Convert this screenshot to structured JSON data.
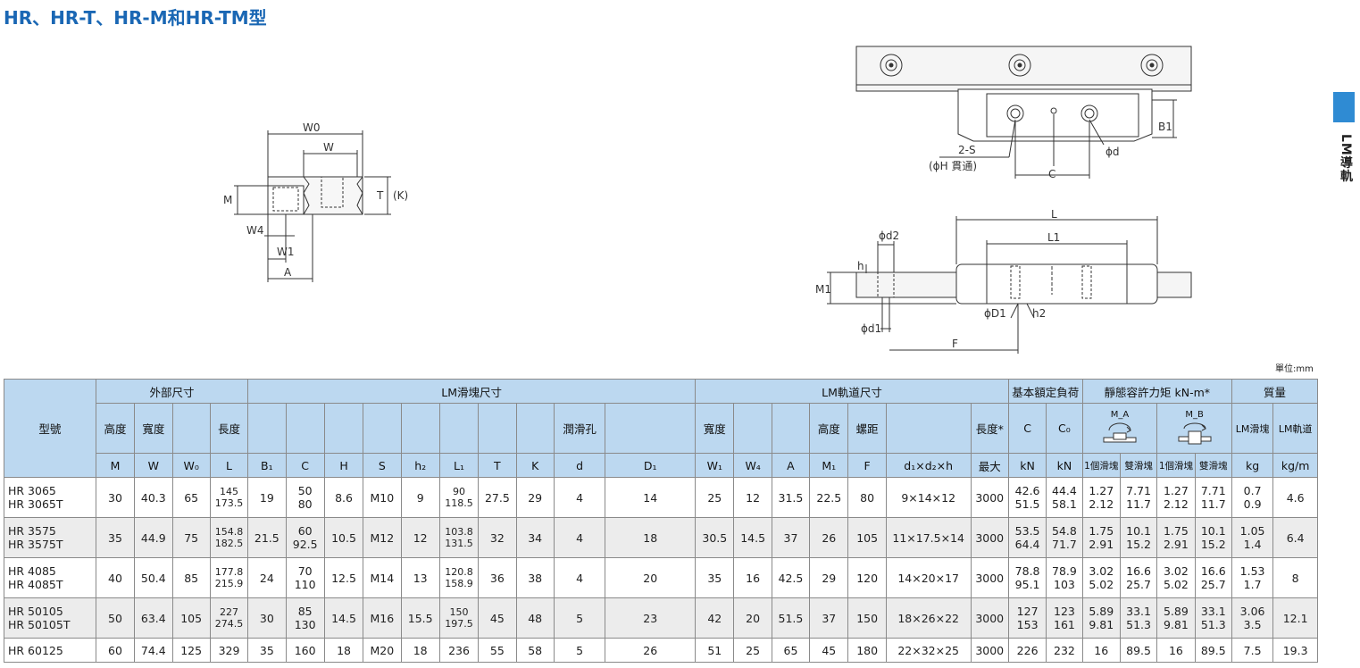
{
  "title": "HR、HR-T、HR-M和HR-TM型",
  "side_label": "LM導軌",
  "unit_note": "單位:mm",
  "drawing_labels": {
    "w0": "W₀",
    "w": "W",
    "m": "M",
    "t": "T",
    "k": "（K）",
    "w4": "W₄",
    "w1": "W₁",
    "a": "A",
    "b1": "B₁",
    "two_s": "2-S",
    "through": "（ϕH 貫通）",
    "phi_d": "ϕd",
    "c": "C",
    "l": "L",
    "l1": "L₁",
    "phi_d2": "ϕd₂",
    "h": "h",
    "m1": "M₁",
    "phi_D1": "ϕD₁",
    "h2": "h₂",
    "phi_d1": "ϕd₁",
    "f": "F"
  },
  "table": {
    "groups": {
      "model": "型號",
      "outer": "外部尺寸",
      "block": "LM滑塊尺寸",
      "rail": "LM軌道尺寸",
      "load": "基本額定負荷",
      "moment": "靜態容許力矩 kN-m*",
      "mass": "質量"
    },
    "sub": {
      "height": "高度",
      "width": "寬度",
      "length": "長度",
      "lube": "潤滑孔",
      "rail_width": "寬度",
      "rail_height": "高度",
      "pitch": "螺距",
      "rail_length": "長度*",
      "c": "C",
      "c0": "C₀",
      "ma": "M_A",
      "mb": "M_B",
      "mass_block": "LM滑塊",
      "mass_rail": "LM軌道"
    },
    "symbols": {
      "M": "M",
      "W": "W",
      "W0": "W₀",
      "L": "L",
      "B1": "B₁",
      "C": "C",
      "H": "H",
      "S": "S",
      "h2": "h₂",
      "L1": "L₁",
      "T": "T",
      "K": "K",
      "d": "d",
      "D1": "D₁",
      "W1": "W₁",
      "W4": "W₄",
      "A": "A",
      "M1": "M₁",
      "F": "F",
      "d1d2h": "d₁×d₂×h",
      "max": "最大",
      "kN1": "kN",
      "kN2": "kN",
      "one_block": "1個滑塊",
      "double_block": "雙滑塊",
      "one_block_b": "1個滑塊",
      "double_block_b": "雙滑塊",
      "kg": "kg",
      "kgm": "kg/m"
    },
    "rows": [
      {
        "model": [
          "HR 3065",
          "HR 3065T"
        ],
        "M": "30",
        "W": "40.3",
        "W0": "65",
        "L": [
          "145",
          "173.5"
        ],
        "B1": "19",
        "C": [
          "50",
          "80"
        ],
        "H": "8.6",
        "S": "M10",
        "h2": "9",
        "L1": [
          "90",
          "118.5"
        ],
        "T": "27.5",
        "K": "29",
        "d": "4",
        "D1": "14",
        "W1": "25",
        "W4": "12",
        "A": "31.5",
        "M1": "22.5",
        "F": "80",
        "d1d2h": "9×14×12",
        "max": "3000",
        "C_kN": [
          "42.6",
          "51.5"
        ],
        "C0": [
          "44.4",
          "58.1"
        ],
        "ma1": [
          "1.27",
          "2.12"
        ],
        "ma2": [
          "7.71",
          "11.7"
        ],
        "mb1": [
          "1.27",
          "2.12"
        ],
        "mb2": [
          "7.71",
          "11.7"
        ],
        "kg": [
          "0.7",
          "0.9"
        ],
        "kgm": "4.6"
      },
      {
        "model": [
          "HR 3575",
          "HR 3575T"
        ],
        "M": "35",
        "W": "44.9",
        "W0": "75",
        "L": [
          "154.8",
          "182.5"
        ],
        "B1": "21.5",
        "C": [
          "60",
          "92.5"
        ],
        "H": "10.5",
        "S": "M12",
        "h2": "12",
        "L1": [
          "103.8",
          "131.5"
        ],
        "T": "32",
        "K": "34",
        "d": "4",
        "D1": "18",
        "W1": "30.5",
        "W4": "14.5",
        "A": "37",
        "M1": "26",
        "F": "105",
        "d1d2h": "11×17.5×14",
        "max": "3000",
        "C_kN": [
          "53.5",
          "64.4"
        ],
        "C0": [
          "54.8",
          "71.7"
        ],
        "ma1": [
          "1.75",
          "2.91"
        ],
        "ma2": [
          "10.1",
          "15.2"
        ],
        "mb1": [
          "1.75",
          "2.91"
        ],
        "mb2": [
          "10.1",
          "15.2"
        ],
        "kg": [
          "1.05",
          "1.4"
        ],
        "kgm": "6.4"
      },
      {
        "model": [
          "HR 4085",
          "HR 4085T"
        ],
        "M": "40",
        "W": "50.4",
        "W0": "85",
        "L": [
          "177.8",
          "215.9"
        ],
        "B1": "24",
        "C": [
          "70",
          "110"
        ],
        "H": "12.5",
        "S": "M14",
        "h2": "13",
        "L1": [
          "120.8",
          "158.9"
        ],
        "T": "36",
        "K": "38",
        "d": "4",
        "D1": "20",
        "W1": "35",
        "W4": "16",
        "A": "42.5",
        "M1": "29",
        "F": "120",
        "d1d2h": "14×20×17",
        "max": "3000",
        "C_kN": [
          "78.8",
          "95.1"
        ],
        "C0": [
          "78.9",
          "103"
        ],
        "ma1": [
          "3.02",
          "5.02"
        ],
        "ma2": [
          "16.6",
          "25.7"
        ],
        "mb1": [
          "3.02",
          "5.02"
        ],
        "mb2": [
          "16.6",
          "25.7"
        ],
        "kg": [
          "1.53",
          "1.7"
        ],
        "kgm": "8"
      },
      {
        "model": [
          "HR 50105",
          "HR 50105T"
        ],
        "M": "50",
        "W": "63.4",
        "W0": "105",
        "L": [
          "227",
          "274.5"
        ],
        "B1": "30",
        "C": [
          "85",
          "130"
        ],
        "H": "14.5",
        "S": "M16",
        "h2": "15.5",
        "L1": [
          "150",
          "197.5"
        ],
        "T": "45",
        "K": "48",
        "d": "5",
        "D1": "23",
        "W1": "42",
        "W4": "20",
        "A": "51.5",
        "M1": "37",
        "F": "150",
        "d1d2h": "18×26×22",
        "max": "3000",
        "C_kN": [
          "127",
          "153"
        ],
        "C0": [
          "123",
          "161"
        ],
        "ma1": [
          "5.89",
          "9.81"
        ],
        "ma2": [
          "33.1",
          "51.3"
        ],
        "mb1": [
          "5.89",
          "9.81"
        ],
        "mb2": [
          "33.1",
          "51.3"
        ],
        "kg": [
          "3.06",
          "3.5"
        ],
        "kgm": "12.1"
      },
      {
        "model": [
          "HR 60125"
        ],
        "M": "60",
        "W": "74.4",
        "W0": "125",
        "L": [
          "329"
        ],
        "B1": "35",
        "C": [
          "160"
        ],
        "H": "18",
        "S": "M20",
        "h2": "18",
        "L1": [
          "236"
        ],
        "T": "55",
        "K": "58",
        "d": "5",
        "D1": "26",
        "W1": "51",
        "W4": "25",
        "A": "65",
        "M1": "45",
        "F": "180",
        "d1d2h": "22×32×25",
        "max": "3000",
        "C_kN": [
          "226"
        ],
        "C0": [
          "232"
        ],
        "ma1": [
          "16"
        ],
        "ma2": [
          "89.5"
        ],
        "mb1": [
          "16"
        ],
        "mb2": [
          "89.5"
        ],
        "kg": [
          "7.5"
        ],
        "kgm": "19.3"
      }
    ]
  }
}
